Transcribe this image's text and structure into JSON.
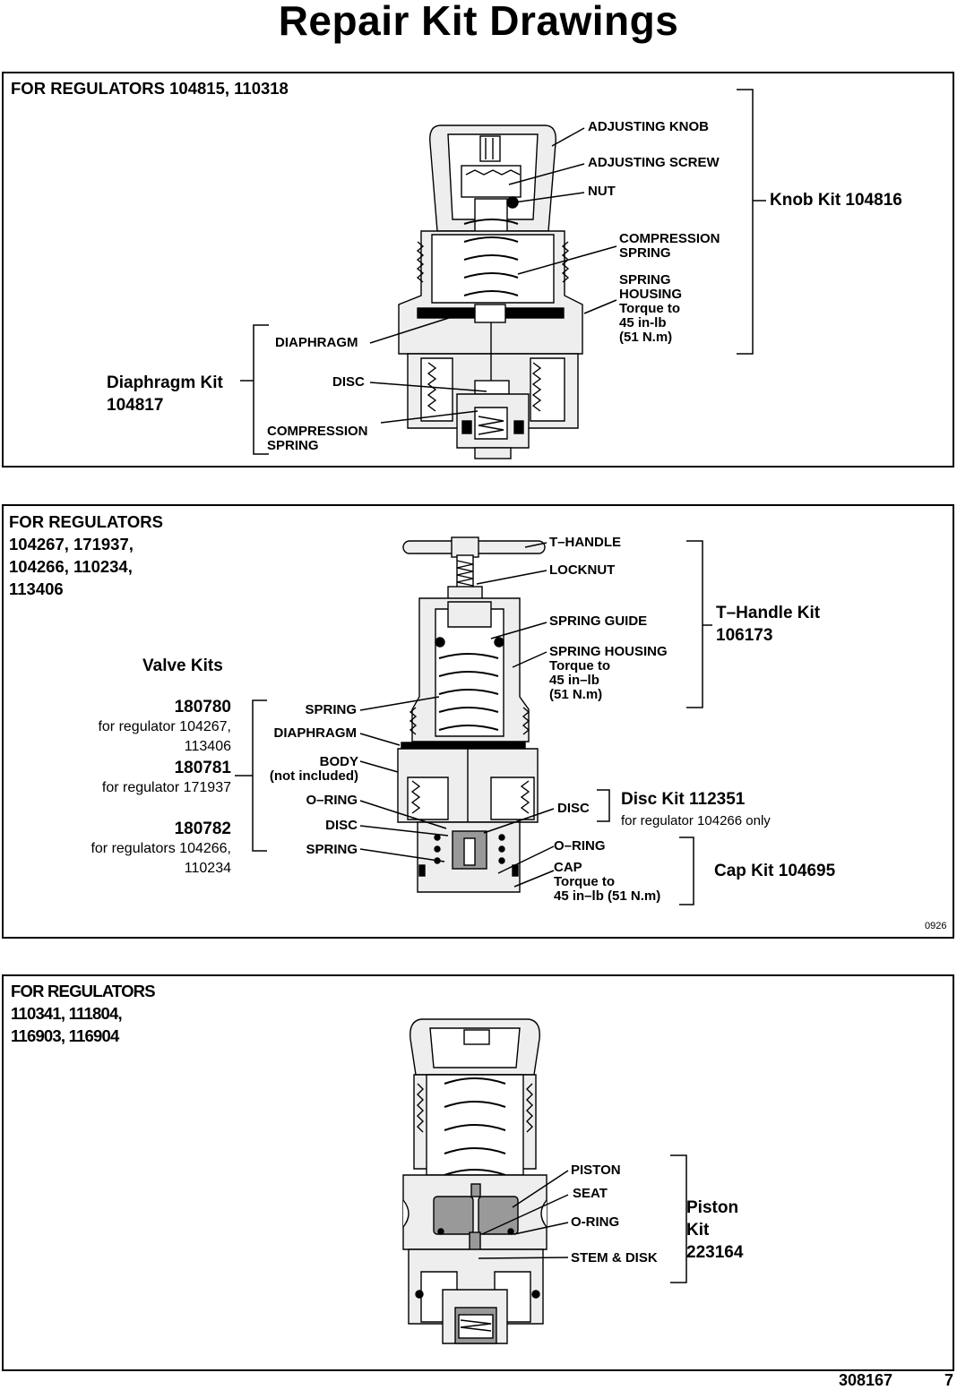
{
  "page": {
    "title": "Repair Kit Drawings",
    "doc_number": "308167",
    "page_number": "7"
  },
  "panel1": {
    "heading": "FOR REGULATORS 104815, 110318",
    "labels": {
      "adjusting_knob": "ADJUSTING KNOB",
      "adjusting_screw": "ADJUSTING SCREW",
      "nut": "NUT",
      "compression_spring_top": "COMPRESSION\nSPRING",
      "spring_housing": "SPRING\nHOUSING\nTorque to\n45 in-lb\n(51 N.m)",
      "diaphragm": "DIAPHRAGM",
      "disc": "DISC",
      "compression_spring_bottom": "COMPRESSION\nSPRING"
    },
    "knob_kit": "Knob Kit 104816",
    "diaphragm_kit": "Diaphragm Kit\n104817"
  },
  "panel2": {
    "heading": "FOR REGULATORS\n104267, 171937,\n104266, 110234,\n113406",
    "labels": {
      "t_handle": "T–HANDLE",
      "locknut": "LOCKNUT",
      "spring_guide": "SPRING GUIDE",
      "spring_housing": "SPRING HOUSING",
      "torque": "Torque to\n45 in–lb\n(51 N.m)",
      "spring": "SPRING",
      "diaphragm": "DIAPHRAGM",
      "body": "BODY\n(not included)",
      "o_ring": "O–RING",
      "disc": "DISC",
      "spring_bottom": "SPRING",
      "disc_right": "DISC",
      "o_ring_right": "O–RING",
      "cap": "CAP\nTorque to\n45 in–lb (51 N.m)"
    },
    "t_handle_kit": "T–Handle Kit\n106173",
    "valve_kits_title": "Valve Kits",
    "valve_kits": [
      {
        "number": "180780",
        "desc": "for regulator 104267,\n113406"
      },
      {
        "number": "180781",
        "desc": "for regulator 171937"
      },
      {
        "number": "180782",
        "desc": "for regulators 104266,\n110234"
      }
    ],
    "disc_kit": "Disc Kit 112351",
    "disc_kit_note": "for regulator 104266 only",
    "cap_kit": "Cap Kit 104695",
    "figure_code": "0926"
  },
  "panel3": {
    "heading": "FOR REGULATORS\n110341, 111804,\n116903, 116904",
    "labels": {
      "piston": "PISTON",
      "seat": "SEAT",
      "o_ring": "O-RING",
      "stem_disk": "STEM & DISK"
    },
    "piston_kit": "Piston\nKit\n223164"
  }
}
